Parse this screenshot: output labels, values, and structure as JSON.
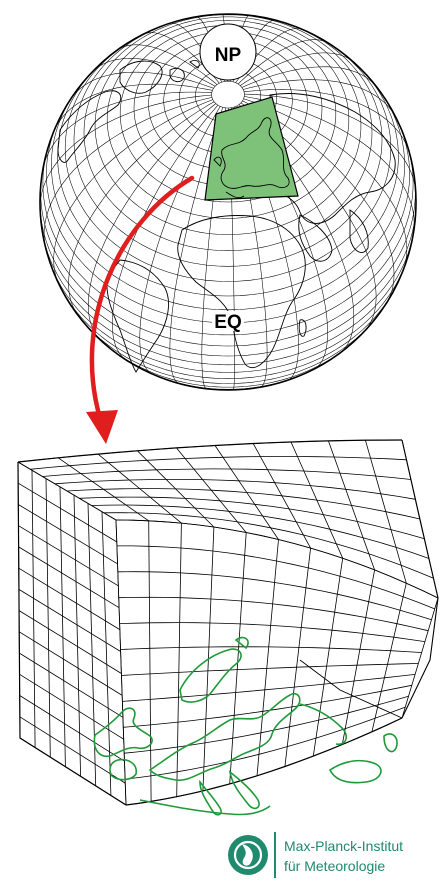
{
  "globe": {
    "north_pole_label": "NP",
    "equator_label": "EQ"
  },
  "logo": {
    "line1": "Max-Planck-Institut",
    "line2": "für Meteorologie"
  },
  "colors": {
    "region_fill": "#7ec27a",
    "arrow": "#e01e1e",
    "coastline": "#1e9a3a",
    "logo": "#1f8a6e",
    "grid": "#000000"
  }
}
